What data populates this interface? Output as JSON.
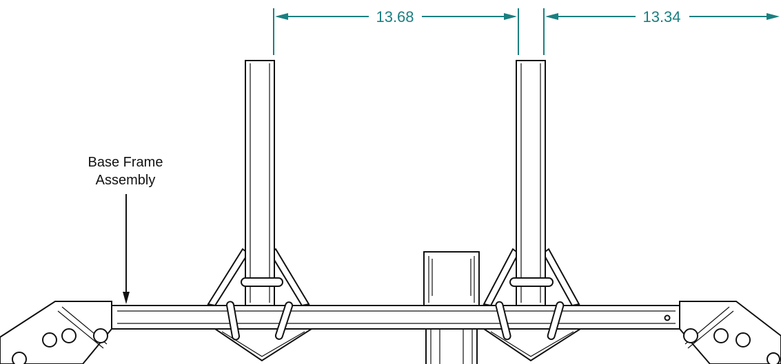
{
  "dimensions": [
    {
      "value": "13.68"
    },
    {
      "value": "13.34"
    }
  ],
  "callout": {
    "line1": "Base Frame",
    "line2": "Assembly"
  },
  "colors": {
    "dimension": "#1a7f80",
    "linework": "#111111",
    "background": "#ffffff"
  }
}
